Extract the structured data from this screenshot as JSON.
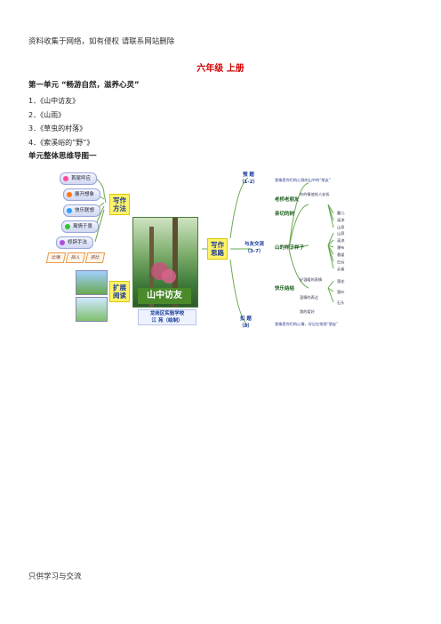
{
  "header": {
    "text": "资料收集于网络，如有侵权 请联系网站删除"
  },
  "footer": {
    "text": "只供学习与交流"
  },
  "title": "六年级 上册",
  "unit": {
    "heading": "第一单元 “畅游自然，滋养心灵”"
  },
  "lessons": [
    "1．《山中访友》",
    "2．《山雨》",
    "3．《草虫的村落》",
    "4．《索溪峪的“野”》"
  ],
  "map_label": "单元整体思维导图一",
  "mindmap": {
    "center_title": "山中访友",
    "credit_line1": "龙岗区实验学校",
    "credit_line2": "江 苑（绘制）",
    "left_pills": [
      "首尾呼应",
      "展开想象",
      "快乐联想",
      "寓情于景",
      "修辞手法"
    ],
    "pill_colors": [
      "#ff4aa0",
      "#ff7a1a",
      "#2aa0ff",
      "#2ec42e",
      "#b04ae0"
    ],
    "left_box1": "写作\n方法",
    "left_box2": "扩展\n阅读",
    "tags": [
      "比喻",
      "拟人",
      "排比"
    ],
    "right_box": "写作\n思路",
    "branches": {
      "b1": "预 题\n（1-2）",
      "b2": "与友交流\n（3-7）",
      "b3": "扣 题\n（8）"
    },
    "b1_note": "我像是你们的心我的山中的“朋友”",
    "b3_note": "我像是你们的心情，好记忆他我“朋友”",
    "b2_nodes": [
      "老桥老朋友",
      "亲切的树",
      "山的样子样子",
      "快乐结结"
    ],
    "b2_sub1": [
      "露儿",
      "溪流",
      "山泉"
    ],
    "b2_sub2": [
      "山泉",
      "溪流",
      "瀑布",
      "悬崖",
      "白云",
      "云雀"
    ],
    "b2_sub3": [
      "落花",
      "落叶",
      "石头"
    ],
    "b2_tinynotes": [
      "你的情谊给人安抚",
      "好温暖的表情",
      "温情的表达",
      "我的爱好"
    ]
  }
}
